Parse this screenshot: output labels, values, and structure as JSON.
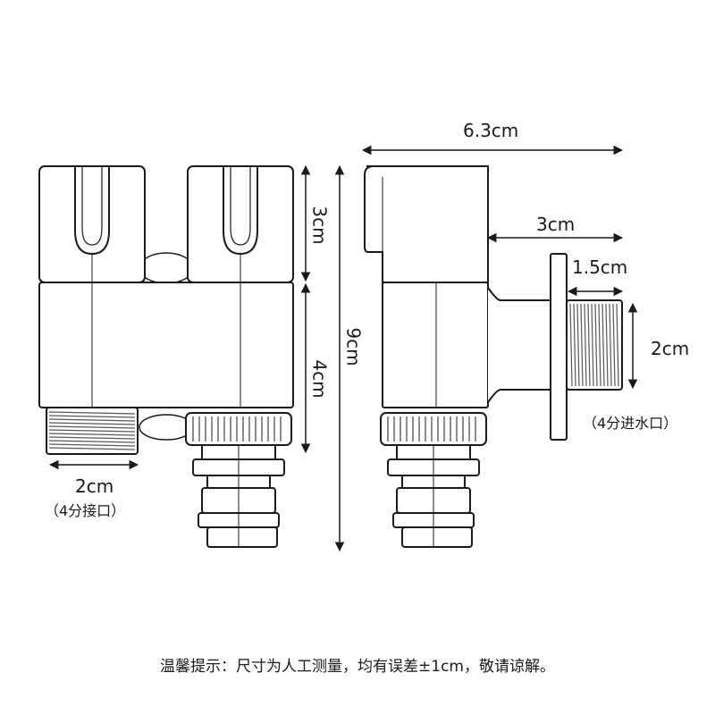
{
  "dimensions": {
    "front_width_outlet": "2cm",
    "front_outlet_note": "（4分接口）",
    "knob_height": "3cm",
    "body_height": "4cm",
    "total_height": "9cm",
    "side_total_width": "6.3cm",
    "side_inlet_length": "3cm",
    "inlet_thread_length": "1.5cm",
    "inlet_diameter": "2cm",
    "inlet_note": "（4分进水口）"
  },
  "footer": {
    "tip": "温馨提示：尺寸为人工测量，均有误差±1cm，敬请谅解。"
  },
  "colors": {
    "line": "#1a1a1a",
    "fill": "#ffffff",
    "thread": "#555555"
  }
}
